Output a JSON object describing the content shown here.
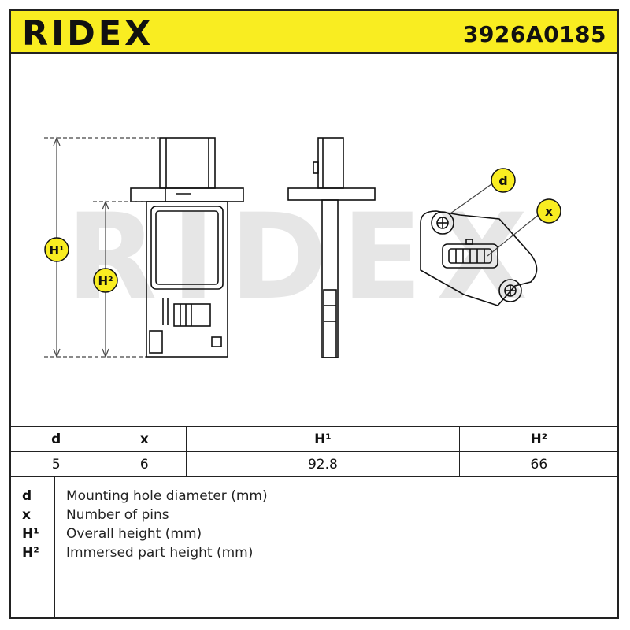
{
  "header": {
    "logo": "RIDEX",
    "part_number": "3926A0185"
  },
  "drawing": {
    "watermark": "RIDEX",
    "labels": {
      "h1": "H¹",
      "h2": "H²",
      "d": "d",
      "x": "x"
    }
  },
  "specs_table": {
    "headers": [
      "d",
      "x",
      "H¹",
      "H²"
    ],
    "values": [
      "5",
      "6",
      "92.8",
      "66"
    ]
  },
  "legend": [
    {
      "code": "d",
      "description": "Mounting hole diameter (mm)"
    },
    {
      "code": "x",
      "description": "Number of pins"
    },
    {
      "code": "H¹",
      "description": "Overall height (mm)"
    },
    {
      "code": "H²",
      "description": "Immersed part height (mm)"
    }
  ],
  "colors": {
    "brand_yellow": "#f9ed21",
    "watermark": "#e6e6e6",
    "ink": "#111111"
  }
}
